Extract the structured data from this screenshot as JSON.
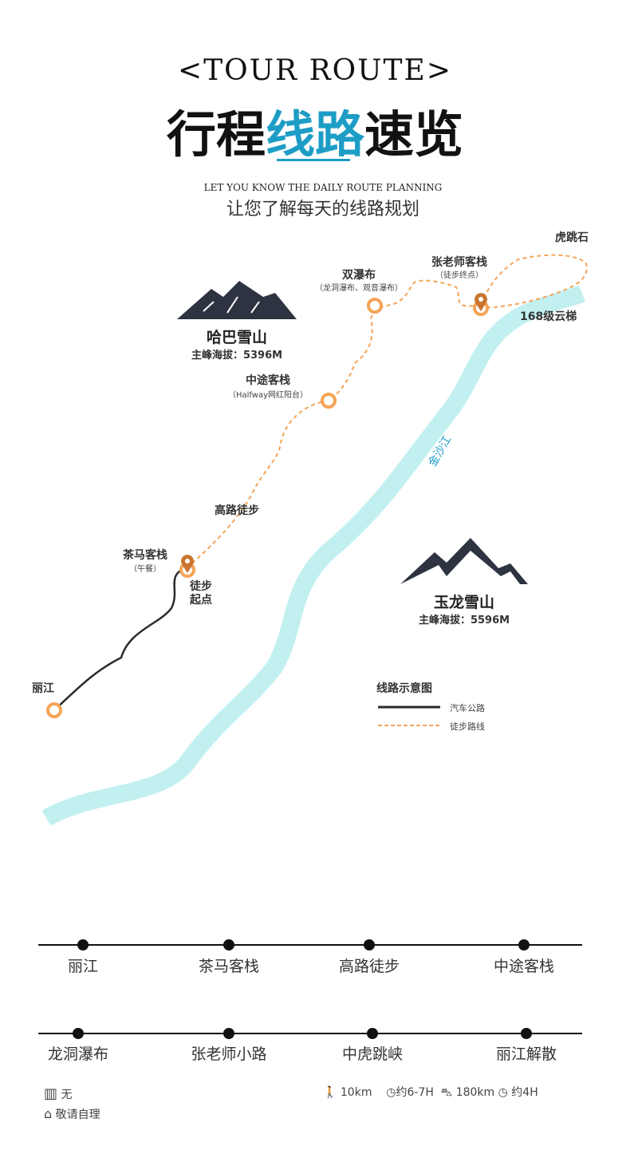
{
  "header": {
    "en_title": "<TOUR ROUTE>",
    "cn_title_a": "行程",
    "cn_title_b": "线路",
    "cn_title_c": "速览",
    "sub_en": "LET YOU KNOW THE DAILY ROUTE PLANNING",
    "sub_cn": "让您了解每天的线路规划"
  },
  "map": {
    "river": "金沙江",
    "mountains": [
      {
        "name": "哈巴雪山",
        "elev": "主峰海拔：5396M"
      },
      {
        "name": "玉龙雪山",
        "elev": "主峰海拔：5596M"
      }
    ],
    "points": {
      "lijiang": "丽江",
      "chama": "茶马客栈",
      "chama_sub": "（午餐）",
      "start": "徒步",
      "start2": "起点",
      "gaolu": "高路徒步",
      "halfway": "中途客栈",
      "halfway_sub": "（Halfway网红阳台）",
      "shuangpu": "双瀑布",
      "shuangpu_sub": "（龙洞瀑布、观音瀑布）",
      "zhang": "张老师客栈",
      "zhang_sub": "（徒步终点）",
      "hutiaoshi": "虎跳石",
      "yunti": "168级云梯"
    },
    "legend": {
      "title": "线路示意图",
      "road": "汽车公路",
      "trail": "徒步路线"
    },
    "colors": {
      "river": "#c2f0f0",
      "trail": "#f4a456",
      "road": "#2b2b2b",
      "pin": "#c9752f",
      "accent": "#1d9dc6"
    }
  },
  "timeline": {
    "row1": [
      "丽江",
      "茶马客栈",
      "高路徒步",
      "中途客栈"
    ],
    "row2": [
      "龙洞瀑布",
      "张老师小路",
      "中虎跳峡",
      "丽江解散"
    ]
  },
  "info": {
    "hotel": "无",
    "meal": "敬请自理",
    "hike_dist": "10km",
    "hike_time": "约6-7H",
    "drive_dist": "180km",
    "drive_time": "约4H"
  }
}
